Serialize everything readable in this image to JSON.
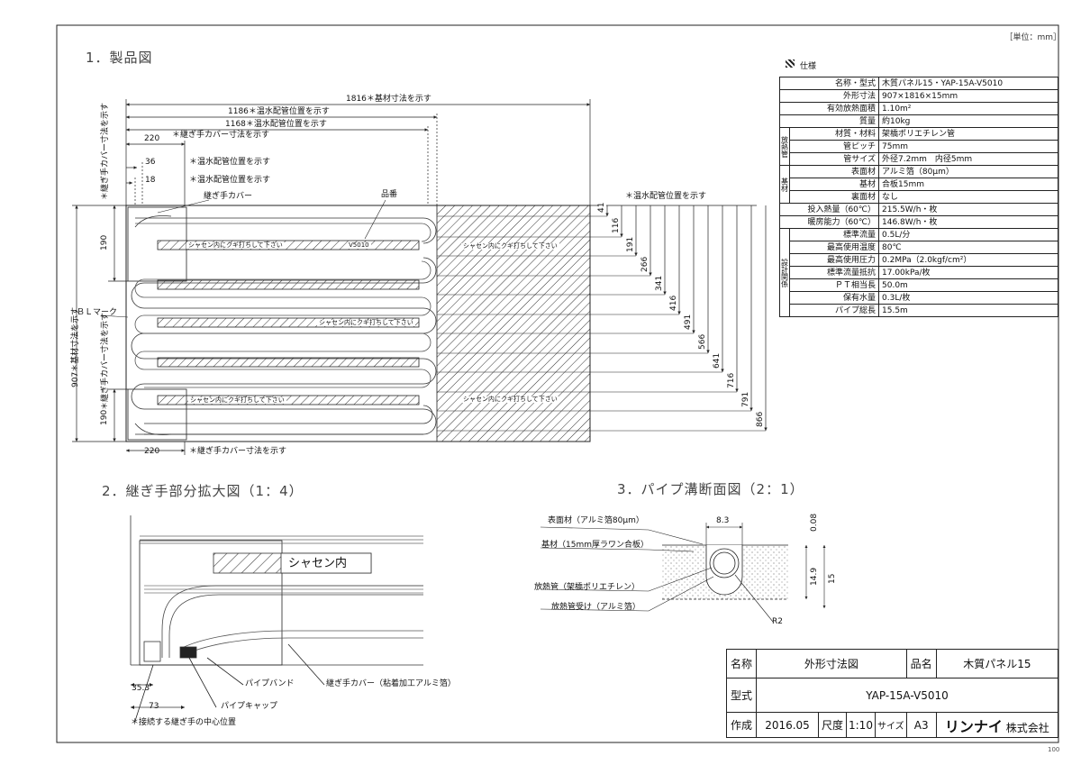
{
  "unit_label": "［単位：mm］",
  "page_number": "100",
  "sections": {
    "s1": "1．製品図",
    "s2": "2．継ぎ手部分拡大図（1：4）",
    "s3": "3．パイプ溝断面図（2：1）"
  },
  "dims": {
    "d1816": "1816",
    "d1816_note": "＊基材寸法を示す",
    "d1186": "1186",
    "d1186_note": "＊温水配管位置を示す",
    "d1168": "1168",
    "d1168_note": "＊温水配管位置を示す",
    "d220": "220",
    "d220_note": "＊継ぎ手カバー寸法を示す",
    "d36": "36",
    "d36_note": "＊温水配管位置を示す",
    "d18": "18",
    "d18_note": "＊温水配管位置を示す",
    "right_note": "＊温水配管位置を示す",
    "right_values": [
      "41",
      "116",
      "191",
      "266",
      "341",
      "416",
      "491",
      "566",
      "641",
      "716",
      "791",
      "866"
    ],
    "d907_note": "907＊基材寸法を示す",
    "d190_top": "190",
    "d190_bottom": "190",
    "d190_note": "＊継ぎ手カバー寸法を示す",
    "bl_mark": "ＢＬマーク",
    "joint_cover": "継ぎ手カバー",
    "product_no": "品番",
    "bottom_220": "220",
    "bottom_220_note": "＊継ぎ手カバー寸法を示す"
  },
  "strip_texts": {
    "nail": "シャセン内にクギ打ちして下さい",
    "model": "V5010"
  },
  "detail": {
    "shasen": "シャセン内",
    "d35": "35.3",
    "d73": "73",
    "pipe_band": "パイプバンド",
    "pipe_cap": "パイプキャップ",
    "joint_cover_note": "継ぎ手カバー（粘着加工アルミ箔）",
    "center_note": "＊接続する継ぎ手の中心位置"
  },
  "section3": {
    "surface": "表面材（アルミ箔80μm）",
    "base": "基材（15mm厚ラワン合板）",
    "pipe": "放熱管（架橋ポリエチレン）",
    "pipe_holder": "放熱管受け（アルミ箔）",
    "w83": "8.3",
    "t008": "0.08",
    "d149": "14.9",
    "d15": "15",
    "r2": "R2"
  },
  "spec": {
    "title": "仕様",
    "groups": {
      "houne": "放熱管",
      "kizai": "基材",
      "sekkei": "設計関係"
    },
    "rows": [
      {
        "k": "名称・型式",
        "v": "木質パネル15・YAP-15A-V5010"
      },
      {
        "k": "外形寸法",
        "v": "907×1816×15mm"
      },
      {
        "k": "有効放熱面積",
        "v": "1.10m²"
      },
      {
        "k": "質量",
        "v": "約10kg"
      },
      {
        "k": "材質・材料",
        "v": "架橋ポリエチレン管"
      },
      {
        "k": "管ピッチ",
        "v": "75mm"
      },
      {
        "k": "管サイズ",
        "v": "外径7.2mm　内径5mm"
      },
      {
        "k": "表面材",
        "v": "アルミ箔（80μm）"
      },
      {
        "k": "基材",
        "v": "合板15mm"
      },
      {
        "k": "裏面材",
        "v": "なし"
      },
      {
        "k": "投入熱量（60℃）",
        "v": "215.5W/h・枚"
      },
      {
        "k": "暖房能力（60℃）",
        "v": "146.8W/h・枚"
      },
      {
        "k": "標準流量",
        "v": "0.5L/分"
      },
      {
        "k": "最高使用温度",
        "v": "80℃"
      },
      {
        "k": "最高使用圧力",
        "v": "0.2MPa（2.0kgf/cm²）"
      },
      {
        "k": "標準流量抵抗",
        "v": "17.00kPa/枚"
      },
      {
        "k": "ＰＴ相当長",
        "v": "50.0m"
      },
      {
        "k": "保有水量",
        "v": "0.3L/枚"
      },
      {
        "k": "パイプ総長",
        "v": "15.5m"
      }
    ]
  },
  "title_block": {
    "name_label": "名称",
    "name_value": "外形寸法図",
    "product_label": "品名",
    "product_value": "木質パネル15",
    "model_label": "型式",
    "model_value": "YAP-15A-V5010",
    "made_label": "作成",
    "date": "2016.05",
    "scale_label": "尺度",
    "scale": "1:10",
    "size_label": "サイズ",
    "size": "A3",
    "brand": "リンナイ",
    "company": "株式会社"
  }
}
